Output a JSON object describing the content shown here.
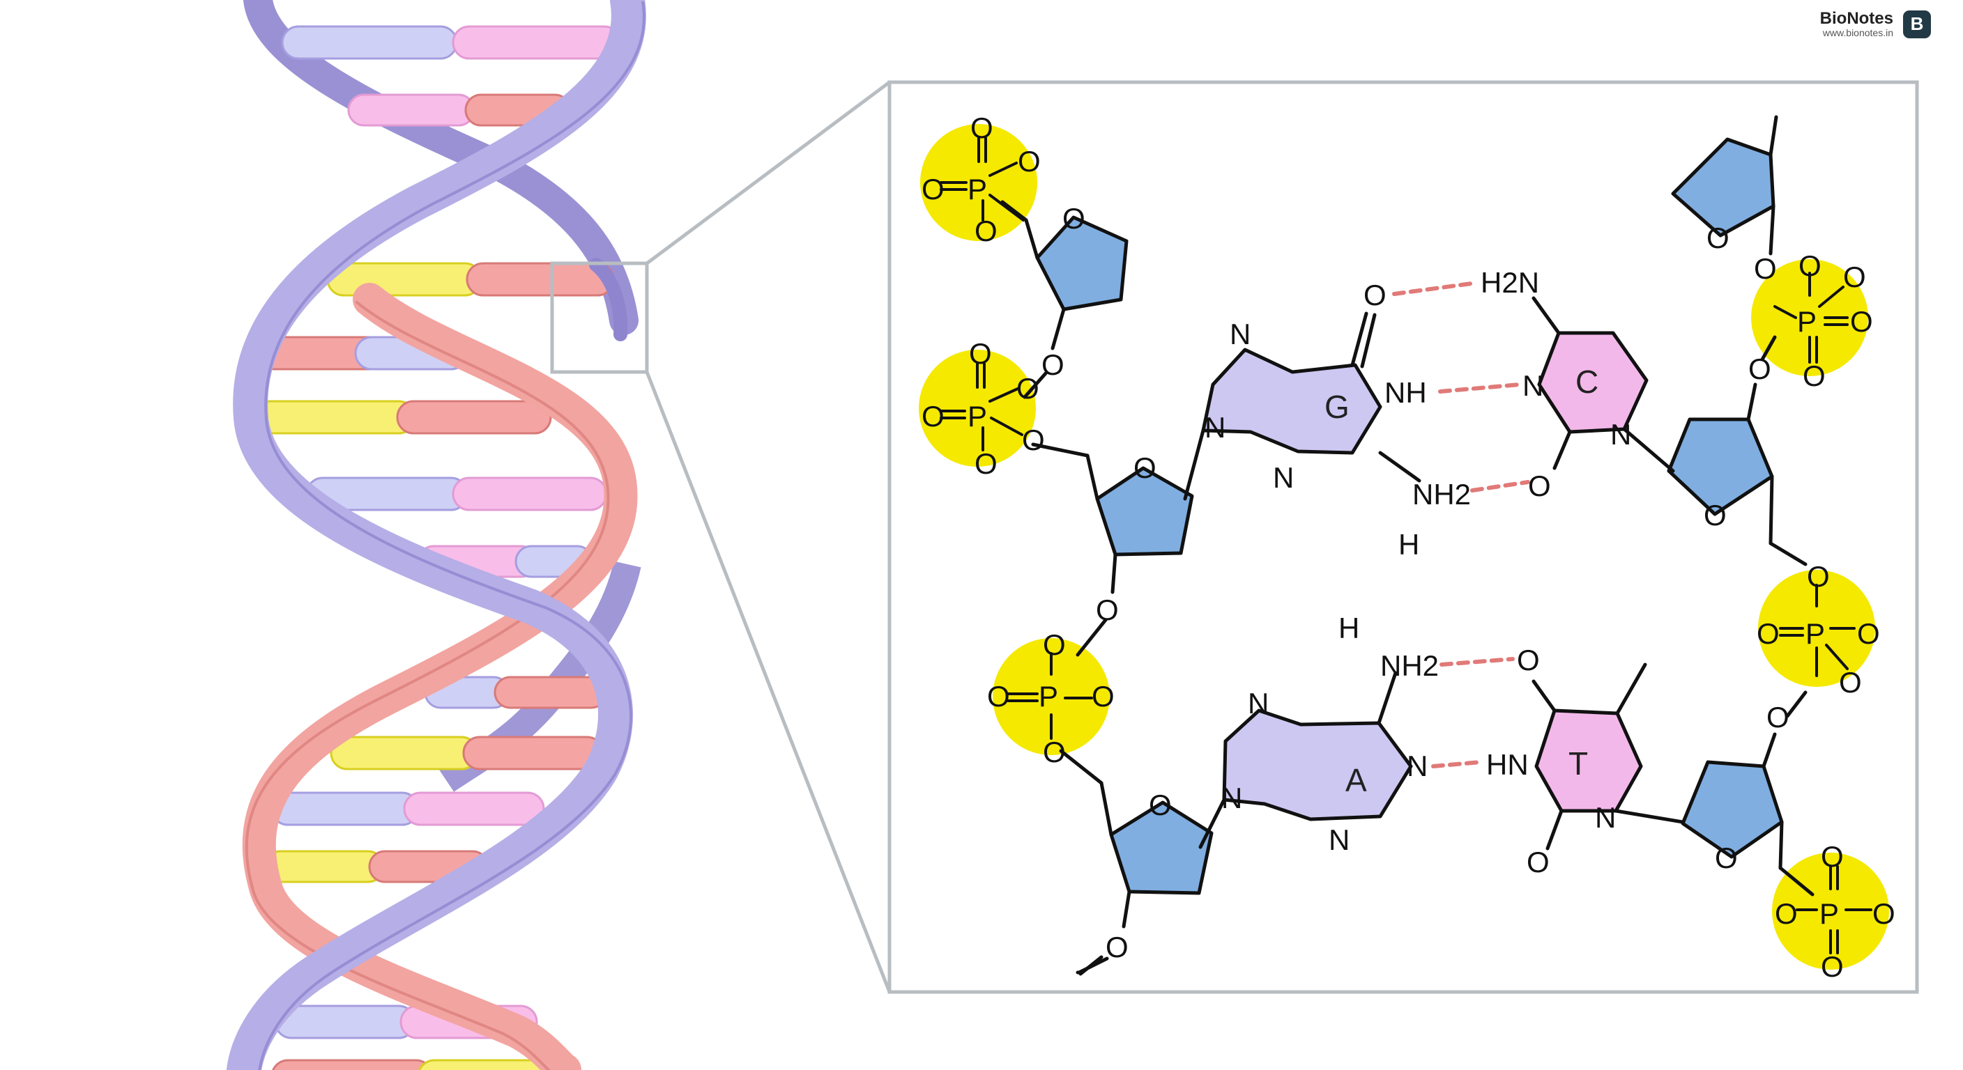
{
  "brand": {
    "name": "BioNotes",
    "url": "www.bionotes.in",
    "badge": "B"
  },
  "colors": {
    "purple_strand": "#b6aee6",
    "purple_strand_dark": "#8f85cf",
    "red_strand": "#f2a4a0",
    "red_strand_dark": "#d87a78",
    "phosphate": "#f5e900",
    "sugar": "#80aee0",
    "purine": "#cdc8f2",
    "pyrimidine": "#f3b8ea",
    "hbond": "#e07a78",
    "frame": "#b8bdc2"
  },
  "bases": {
    "g": "G",
    "c": "C",
    "a": "A",
    "t": "T"
  },
  "atoms": {
    "o": "O",
    "p": "P",
    "n": "N",
    "nh": "NH",
    "hn": "HN",
    "h": "H",
    "h2n": "H2N",
    "nh2": "NH2"
  }
}
